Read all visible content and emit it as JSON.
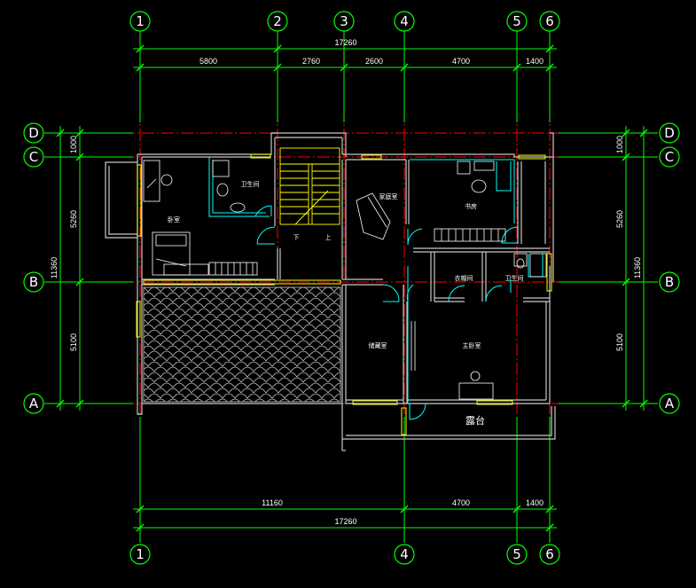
{
  "colors": {
    "background": "#000000",
    "dimension": "#00ff00",
    "gridline": "#ff0000",
    "wall": "#c8c8c8",
    "window": "#ffff00",
    "door": "#00ffff",
    "furniture": "#ffffff"
  },
  "grid_axes": {
    "top": [
      "1",
      "2",
      "3",
      "4",
      "5",
      "6"
    ],
    "bottom": [
      "1",
      "4",
      "5",
      "6"
    ],
    "left": [
      "D",
      "C",
      "B",
      "A"
    ],
    "right": [
      "D",
      "C",
      "B",
      "A"
    ]
  },
  "dimensions": {
    "top_total": "17260",
    "top_segments": [
      "5800",
      "2760",
      "2600",
      "4700",
      "1400"
    ],
    "bottom_segments": [
      "11160",
      "4700",
      "1400"
    ],
    "bottom_total": "17260",
    "left_total": "11360",
    "left_segments": [
      "1000",
      "5260",
      "5100"
    ],
    "right_total": "11360",
    "right_segments": [
      "1000",
      "5260",
      "5100"
    ]
  },
  "rooms": {
    "bedroom": "卧室",
    "bathroom_left": "卫生间",
    "stair_down": "下",
    "stair_up": "上",
    "family_room": "家庭室",
    "study": "书房",
    "closet": "衣帽间",
    "bathroom_right": "卫生间",
    "storage": "储藏室",
    "master_bedroom": "主卧室",
    "balcony": "露台"
  }
}
